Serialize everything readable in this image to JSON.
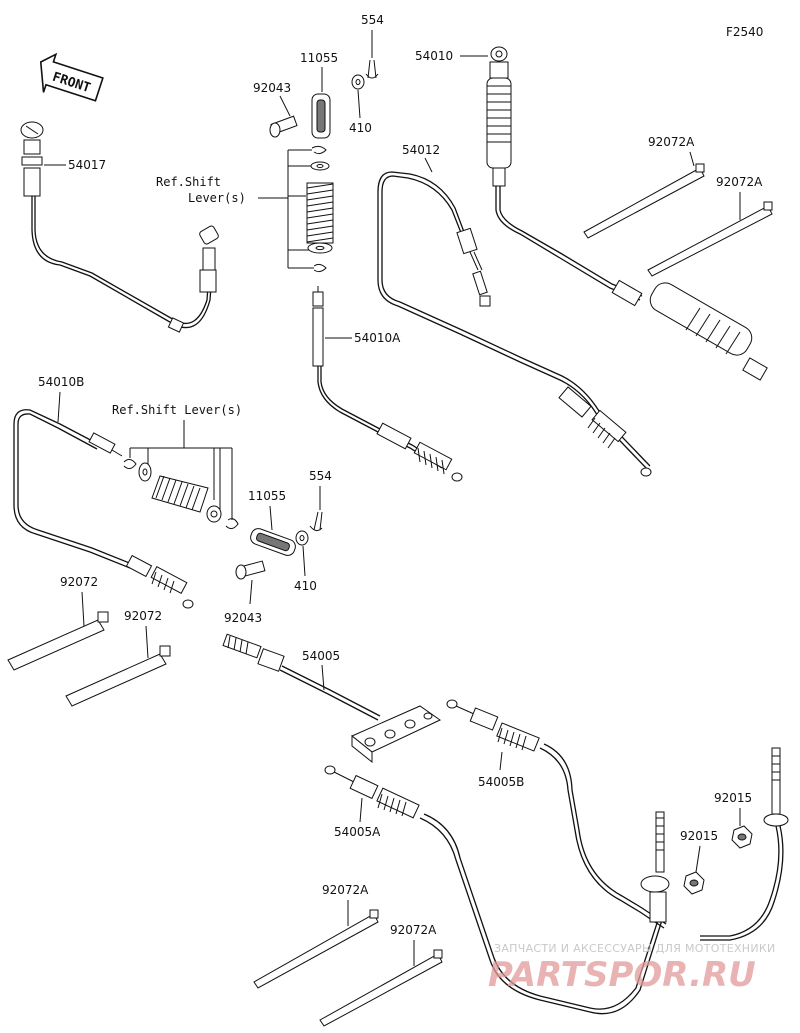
{
  "figure_code": "F2540",
  "front_label": "FRONT",
  "labels": {
    "p554_top": "554",
    "p11055_top": "11055",
    "p92043_top": "92043",
    "p410_top": "410",
    "p54010": "54010",
    "p54017": "54017",
    "ref_shift_top_1": "Ref.Shift",
    "ref_shift_top_2": "Lever(s)",
    "p54012": "54012",
    "p92072A_1": "92072A",
    "p92072A_2": "92072A",
    "p54010A": "54010A",
    "p54010B": "54010B",
    "ref_shift_mid": "Ref.Shift Lever(s)",
    "p554_mid": "554",
    "p11055_mid": "11055",
    "p410_mid": "410",
    "p92043_mid": "92043",
    "p92072_1": "92072",
    "p92072_2": "92072",
    "p54005": "54005",
    "p54005B": "54005B",
    "p54005A": "54005A",
    "p92015_1": "92015",
    "p92015_2": "92015",
    "p92072A_3": "92072A",
    "p92072A_4": "92072A"
  },
  "watermark": {
    "line1": "ЗАПЧАСТИ И АКСЕССУАРЫ ДЛЯ МОТОТЕХНИКИ",
    "line2": "PARTSPOR.RU"
  }
}
